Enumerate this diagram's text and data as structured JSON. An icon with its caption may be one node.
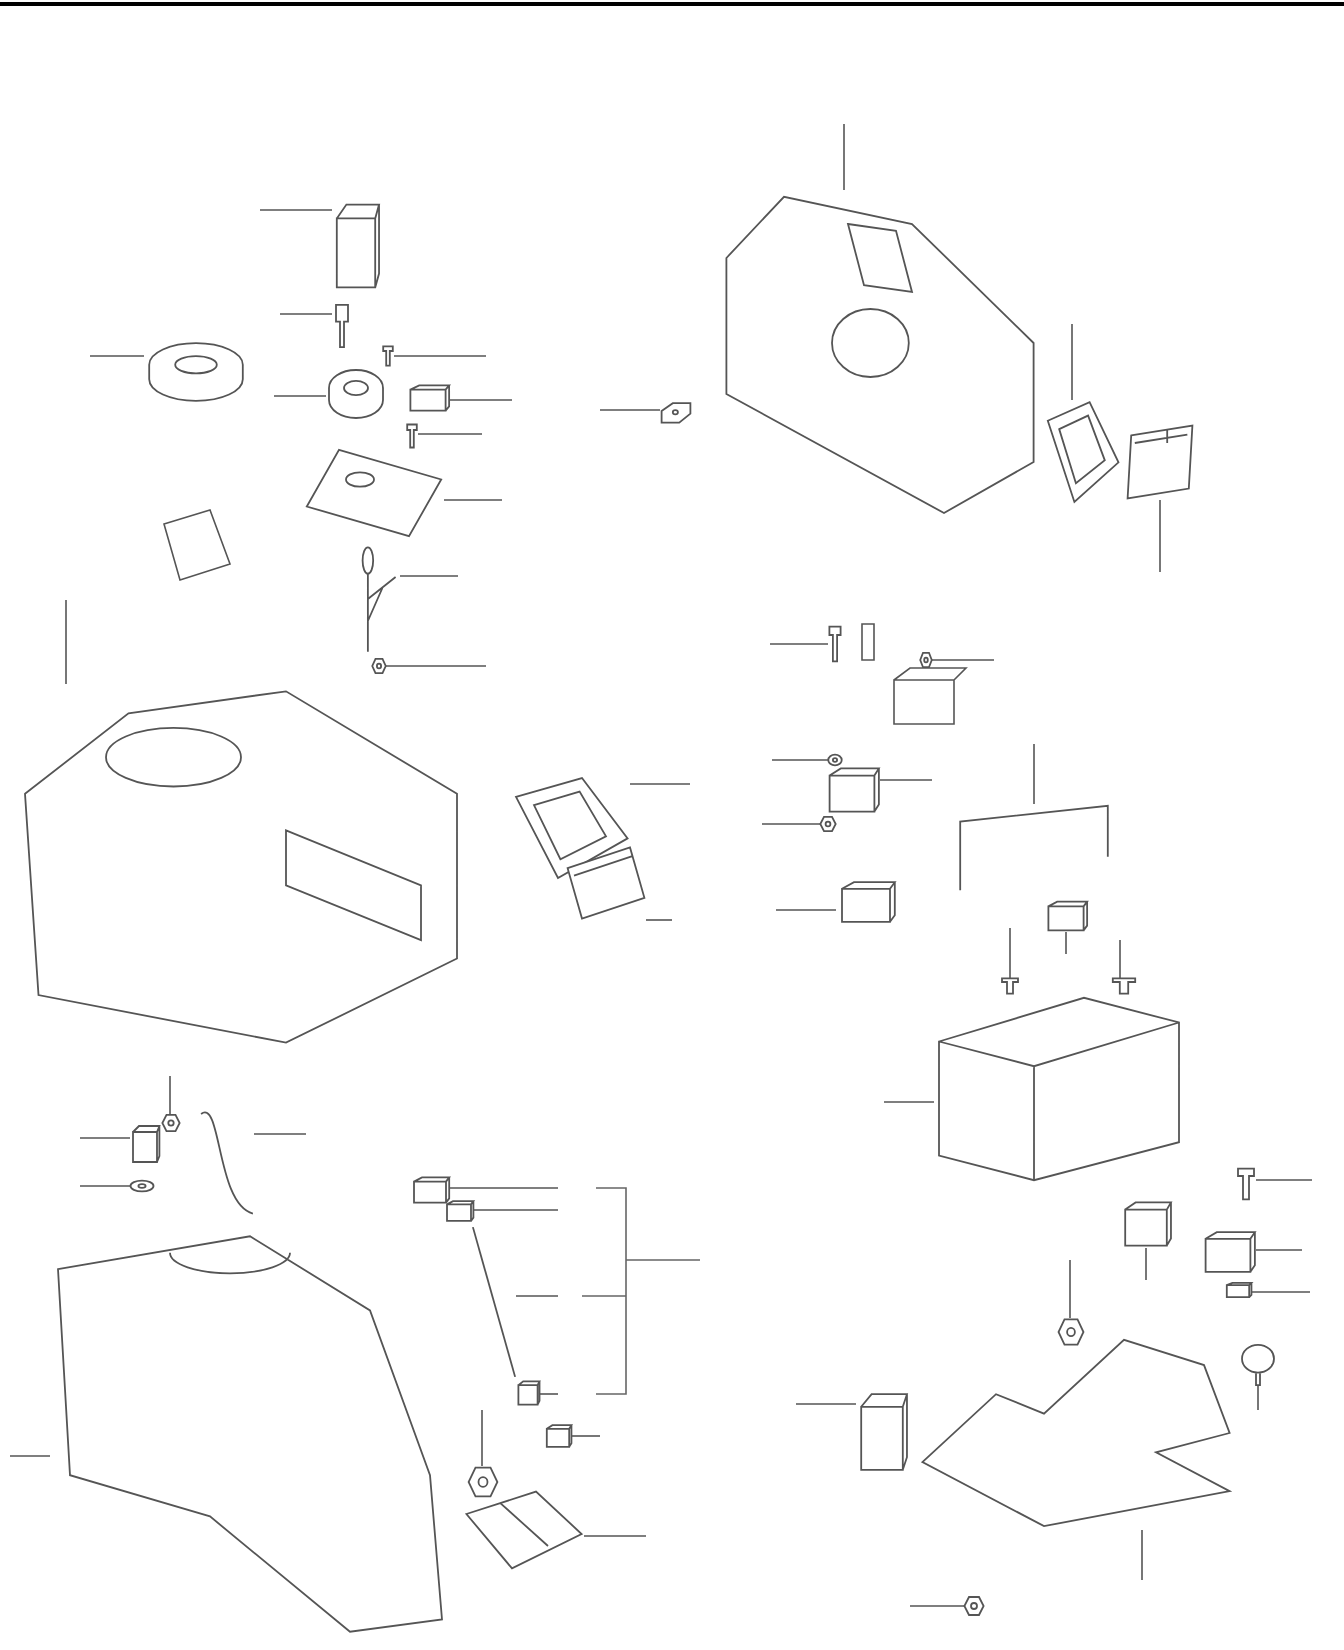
{
  "diagram": {
    "nodes": [
      {
        "text": [],
        "shape": "picture"
      },
      {
        "text": [],
        "shape": "picture"
      },
      {
        "text": [],
        "shape": "picture"
      },
      {
        "text": [],
        "shape": "picture"
      },
      {
        "text": [],
        "shape": "picture"
      },
      {
        "text": [],
        "shape": "picture"
      },
      {
        "text": [],
        "shape": "picture"
      },
      {
        "text": [],
        "shape": "picture"
      },
      {
        "text": [],
        "shape": "picture"
      },
      {
        "text": [],
        "shape": "picture"
      },
      {
        "text": [],
        "shape": "picture"
      },
      {
        "text": [],
        "shape": "picture"
      },
      {
        "text": [],
        "shape": "picture"
      },
      {
        "text": [],
        "shape": "picture"
      },
      {
        "text": [],
        "shape": "picture"
      },
      {
        "text": [],
        "shape": "picture"
      },
      {
        "text": [],
        "shape": "picture"
      },
      {
        "text": [],
        "shape": "picture"
      },
      {
        "text": [],
        "shape": "picture"
      },
      {
        "text": [],
        "shape": "picture"
      },
      {
        "text": [],
        "shape": "picture"
      },
      {
        "text": [],
        "shape": "picture"
      },
      {
        "text": [],
        "shape": "picture"
      },
      {
        "text": [],
        "shape": "picture"
      },
      {
        "text": [],
        "shape": "picture"
      },
      {
        "text": [],
        "shape": "picture"
      },
      {
        "text": [],
        "shape": "picture"
      },
      {
        "text": [],
        "shape": "picture"
      },
      {
        "text": [],
        "shape": "picture"
      },
      {
        "text": [],
        "shape": "picture"
      },
      {
        "text": [],
        "shape": "picture"
      },
      {
        "text": [],
        "shape": "picture"
      },
      {
        "text": [],
        "shape": "picture"
      },
      {
        "text": [],
        "shape": "picture"
      },
      {
        "text": [],
        "shape": "picture"
      },
      {
        "text": [],
        "shape": "picture"
      },
      {
        "text": [],
        "shape": "picture"
      },
      {
        "text": [],
        "shape": "picture"
      },
      {
        "text": [],
        "shape": "picture"
      },
      {
        "text": [],
        "shape": "picture"
      },
      {
        "text": [],
        "shape": "picture"
      },
      {
        "text": [],
        "shape": "picture"
      },
      {
        "text": [],
        "shape": "picture"
      },
      {
        "text": [],
        "shape": "picture"
      },
      {
        "text": [],
        "shape": "picture"
      },
      {
        "text": [],
        "shape": "picture"
      },
      {
        "text": [],
        "shape": "picture"
      },
      {
        "text": [],
        "shape": "picture"
      },
      {
        "text": [],
        "shape": "picture"
      }
    ],
    "edges": [
      {
        "from": null,
        "to": 0,
        "arrow": "none"
      },
      {
        "from": null,
        "to": 1,
        "arrow": "none"
      },
      {
        "from": null,
        "to": 2,
        "arrow": "none"
      },
      {
        "from": null,
        "to": 3,
        "arrow": "none"
      },
      {
        "from": null,
        "to": 4,
        "arrow": "none"
      },
      {
        "from": null,
        "to": 5,
        "arrow": "none"
      },
      {
        "from": null,
        "to": 6,
        "arrow": "none"
      },
      {
        "from": null,
        "to": 7,
        "arrow": "none"
      },
      {
        "from": null,
        "to": 8,
        "arrow": "none"
      },
      {
        "from": null,
        "to": 9,
        "arrow": "none"
      },
      {
        "from": null,
        "to": 10,
        "arrow": "none"
      },
      {
        "from": null,
        "to": 11,
        "arrow": "none"
      },
      {
        "from": null,
        "to": 12,
        "arrow": "none"
      },
      {
        "from": null,
        "to": 13,
        "arrow": "none"
      },
      {
        "from": null,
        "to": 14,
        "arrow": "none"
      },
      {
        "from": null,
        "to": 15,
        "arrow": "none"
      },
      {
        "from": null,
        "to": 16,
        "arrow": "none"
      },
      {
        "from": null,
        "to": 17,
        "arrow": "none"
      },
      {
        "from": null,
        "to": 18,
        "arrow": "none"
      },
      {
        "from": null,
        "to": 19,
        "arrow": "none"
      },
      {
        "from": null,
        "to": 20,
        "arrow": "none"
      },
      {
        "from": null,
        "to": 21,
        "arrow": "none"
      },
      {
        "from": null,
        "to": 22,
        "arrow": "none"
      },
      {
        "from": null,
        "to": 23,
        "arrow": "none"
      },
      {
        "from": null,
        "to": 24,
        "arrow": "none"
      },
      {
        "from": null,
        "to": 25,
        "arrow": "none"
      },
      {
        "from": null,
        "to": 26,
        "arrow": "none"
      },
      {
        "from": null,
        "to": 27,
        "arrow": "none"
      },
      {
        "from": null,
        "to": 28,
        "arrow": "none"
      },
      {
        "from": null,
        "to": 29,
        "arrow": "none"
      },
      {
        "from": null,
        "to": 30,
        "arrow": "none"
      },
      {
        "from": null,
        "to": 31,
        "arrow": "none"
      },
      {
        "from": null,
        "to": 32,
        "arrow": "none"
      },
      {
        "from": null,
        "to": 33,
        "arrow": "none"
      },
      {
        "from": null,
        "to": 34,
        "arrow": "none"
      },
      {
        "from": null,
        "to": 35,
        "arrow": "none"
      },
      {
        "from": null,
        "to": 36,
        "arrow": "none"
      },
      {
        "from": null,
        "to": 37,
        "arrow": "none"
      },
      {
        "from": null,
        "to": 38,
        "arrow": "none"
      },
      {
        "from": null,
        "to": 39,
        "arrow": "none"
      },
      {
        "from": null,
        "to": 40,
        "arrow": "none"
      },
      {
        "from": null,
        "to": 41,
        "arrow": "none"
      },
      {
        "from": null,
        "to": 42,
        "arrow": "none"
      },
      {
        "from": null,
        "to": 43,
        "arrow": "none"
      },
      {
        "from": null,
        "to": 44,
        "arrow": "none"
      },
      {
        "from": null,
        "to": 45,
        "arrow": "none"
      },
      {
        "from": null,
        "to": 46,
        "arrow": "none"
      },
      {
        "from": null,
        "to": 47,
        "arrow": "none"
      },
      {
        "from": null,
        "to": 48,
        "arrow": "none"
      }
    ]
  }
}
